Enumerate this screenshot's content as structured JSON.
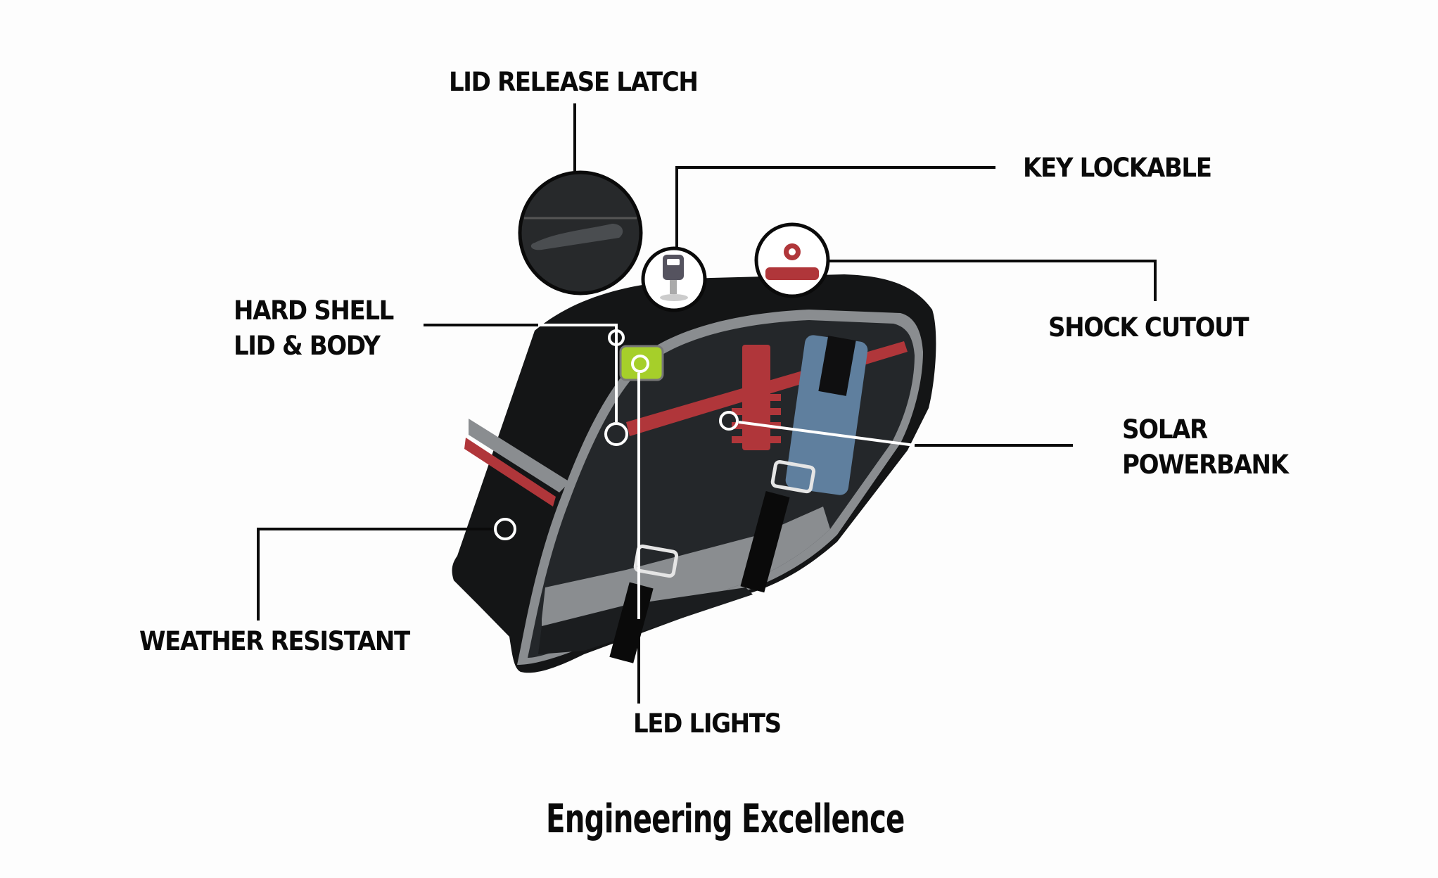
{
  "diagram": {
    "title": "Engineering Excellence",
    "subject": "Hard saddlebag cutaway",
    "callouts": [
      {
        "id": "lid-release-latch",
        "label": "LID RELEASE LATCH"
      },
      {
        "id": "key-lockable",
        "label": "KEY LOCKABLE"
      },
      {
        "id": "hard-shell",
        "label_line1": "HARD SHELL",
        "label_line2": "LID & BODY"
      },
      {
        "id": "shock-cutout",
        "label": "SHOCK CUTOUT"
      },
      {
        "id": "solar-powerbank",
        "label_line1": "SOLAR",
        "label_line2": "POWERBANK"
      },
      {
        "id": "weather-resistant",
        "label": "WEATHER RESISTANT"
      },
      {
        "id": "led-lights",
        "label": "LED LIGHTS"
      }
    ],
    "icons": {
      "latch": "lid-latch-closeup-icon",
      "key": "key-icon",
      "shock": "shock-absorber-icon"
    },
    "colors": {
      "bag_body": "#141516",
      "trim_gray": "#8a8d90",
      "accent_red": "#b0363a",
      "led_green": "#a6cf2a",
      "interior": "#24272a",
      "text": "#0a0a0a"
    }
  }
}
